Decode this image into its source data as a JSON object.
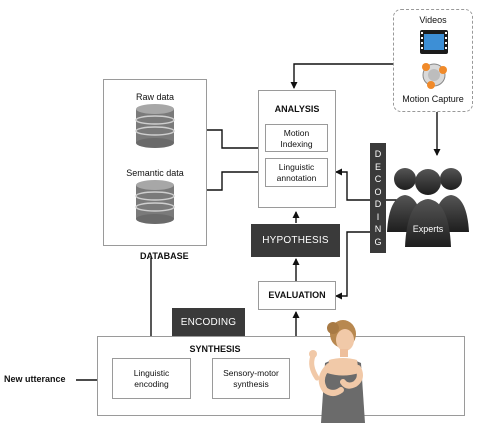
{
  "videos": {
    "label": "Videos",
    "capture_label": "Motion Capture"
  },
  "database": {
    "title": "DATABASE",
    "raw_label": "Raw data",
    "semantic_label": "Semantic data"
  },
  "analysis": {
    "title": "ANALYSIS",
    "motion_indexing": "Motion\nIndexing",
    "linguistic_annotation": "Linguistic\nannotation"
  },
  "experts": {
    "label": "Experts"
  },
  "decoding": {
    "letters": [
      "D",
      "E",
      "C",
      "O",
      "D",
      "I",
      "N",
      "G"
    ]
  },
  "hypothesis": {
    "label": "HYPOTHESIS"
  },
  "evaluation": {
    "label": "EVALUATION"
  },
  "encoding": {
    "label": "ENCODING"
  },
  "synthesis": {
    "title": "SYNTHESIS",
    "linguistic_encoding": "Linguistic\nencoding",
    "sensory_motor": "Sensory-motor\nsynthesis"
  },
  "input": {
    "new_utterance": "New utterance"
  },
  "colors": {
    "dark_box": "#3a3a3a",
    "film_blue": "#3d8fd6",
    "db_gray": "#777777",
    "line": "#111111"
  }
}
